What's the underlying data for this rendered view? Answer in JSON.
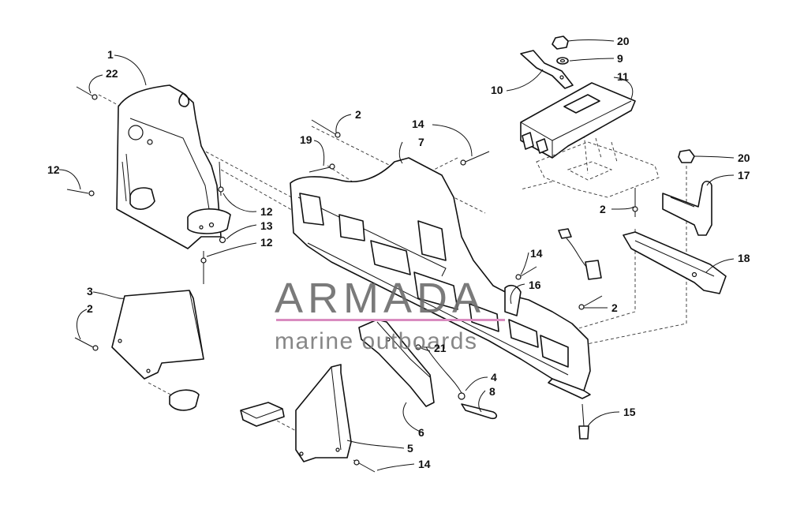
{
  "watermark": {
    "brand": "ARMADA",
    "tagline": "marine outboards",
    "accent_color": "#d98cc0",
    "text_color": "#6b6b6b"
  },
  "callouts": {
    "c1": "1",
    "c22": "22",
    "c12a": "12",
    "c12b": "12",
    "c13": "13",
    "c12c": "12",
    "c3": "3",
    "c2a": "2",
    "c2b": "2",
    "c19": "19",
    "c7": "7",
    "c14a": "14",
    "c10": "10",
    "c20a": "20",
    "c9": "9",
    "c11": "11",
    "c20b": "20",
    "c17": "17",
    "c2c": "2",
    "c18": "18",
    "c14b": "14",
    "c16": "16",
    "c2d": "2",
    "c21": "21",
    "c4": "4",
    "c8": "8",
    "c6": "6",
    "c5": "5",
    "c14c": "14",
    "c15": "15"
  }
}
